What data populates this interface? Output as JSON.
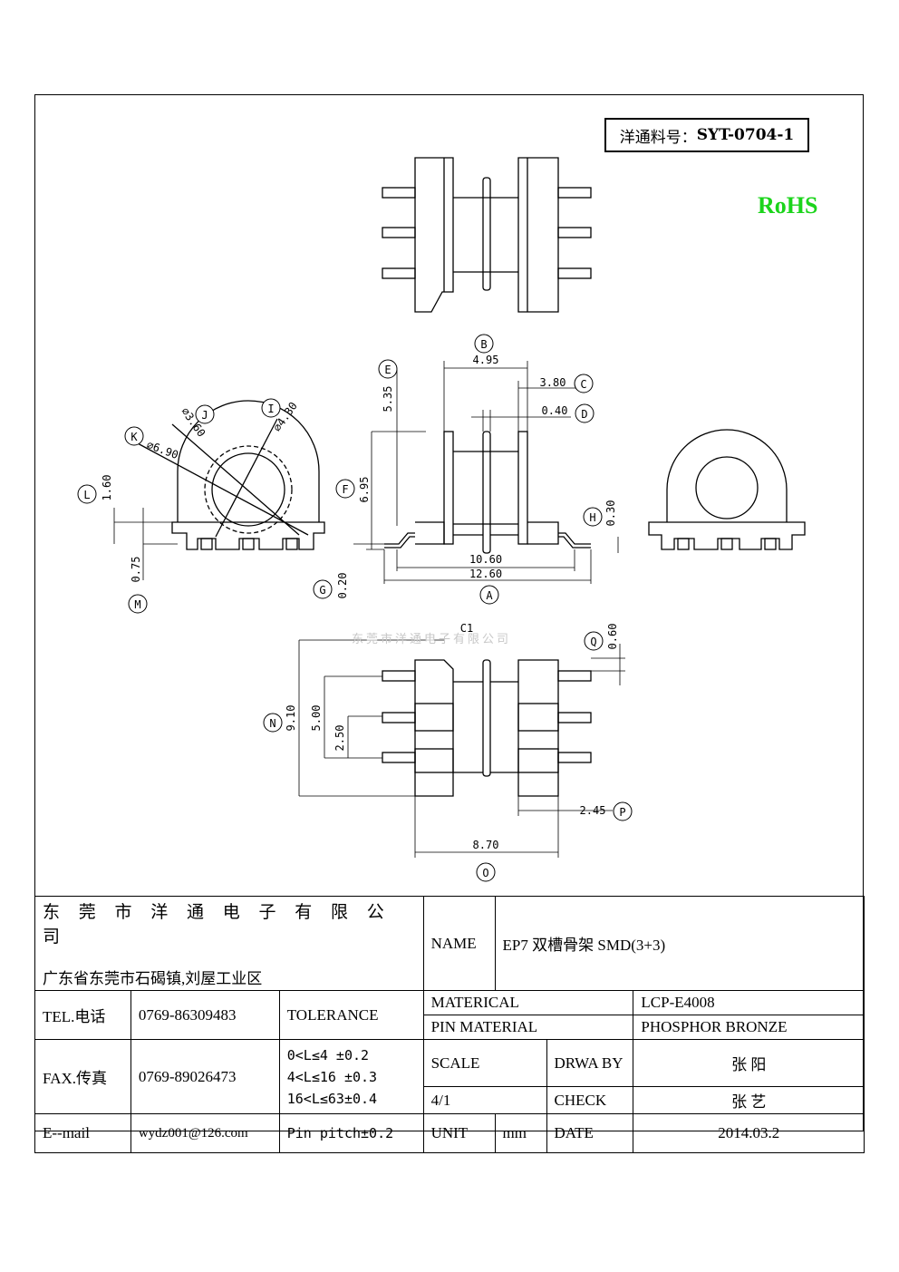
{
  "part_number_label": "洋通料号：",
  "part_number": "SYT-0704-1",
  "rohs": "RoHS",
  "watermark": "东莞市洋通电子有限公司",
  "dims": {
    "A": "A",
    "B": "B",
    "C": "C",
    "D": "D",
    "E": "E",
    "F": "F",
    "G": "G",
    "H": "H",
    "I": "I",
    "J": "J",
    "K": "K",
    "L": "L",
    "M": "M",
    "N": "N",
    "O": "O",
    "P": "P",
    "Q": "Q",
    "v_4_95": "4.95",
    "v_3_80": "3.80",
    "v_0_40": "0.40",
    "v_5_35": "5.35",
    "v_6_95": "6.95",
    "v_0_30": "0.30",
    "v_0_20": "0.20",
    "v_10_60": "10.60",
    "v_12_60": "12.60",
    "v_4_30": "⌀4.30",
    "v_3_60": "⌀3.60",
    "v_6_90": "⌀6.90",
    "v_1_60": "1.60",
    "v_0_75": "0.75",
    "v_9_10": "9.10",
    "v_5_00": "5.00",
    "v_2_50": "2.50",
    "v_0_60": "0.60",
    "v_2_45": "2.45",
    "v_8_70": "8.70",
    "c1": "C1"
  },
  "title_block": {
    "company": "东 莞 市 洋 通 电 子 有 限 公 司",
    "address": "广东省东莞市石碣镇,刘屋工业区",
    "name_label": "NAME",
    "name_value": "EP7  双槽骨架 SMD(3+3)",
    "tel_label": "TEL.电话",
    "tel_value": "0769-86309483",
    "fax_label": "FAX.传真",
    "fax_value": "0769-89026473",
    "email_label": "E--mail",
    "email_value": "wydz001@126.com",
    "tolerance_label": "TOLERANCE",
    "tol_1": "0<L≤4   ±0.2",
    "tol_2": "4<L≤16  ±0.3",
    "tol_3": "16<L≤63±0.4",
    "tol_4": "Pin pitch±0.2",
    "material_label": "MATERICAL",
    "material_value": "LCP-E4008",
    "pin_material_label": "PIN MATERIAL",
    "pin_material_value": "PHOSPHOR BRONZE",
    "scale_label": "SCALE",
    "scale_value": "4/1",
    "drawn_by_label": "DRWA BY",
    "drawn_by_value": "张 阳",
    "check_label": "CHECK",
    "check_value": "张 艺",
    "unit_label": "UNIT",
    "unit_value": "mm",
    "date_label": "DATE",
    "date_value": "2014.03.2"
  }
}
